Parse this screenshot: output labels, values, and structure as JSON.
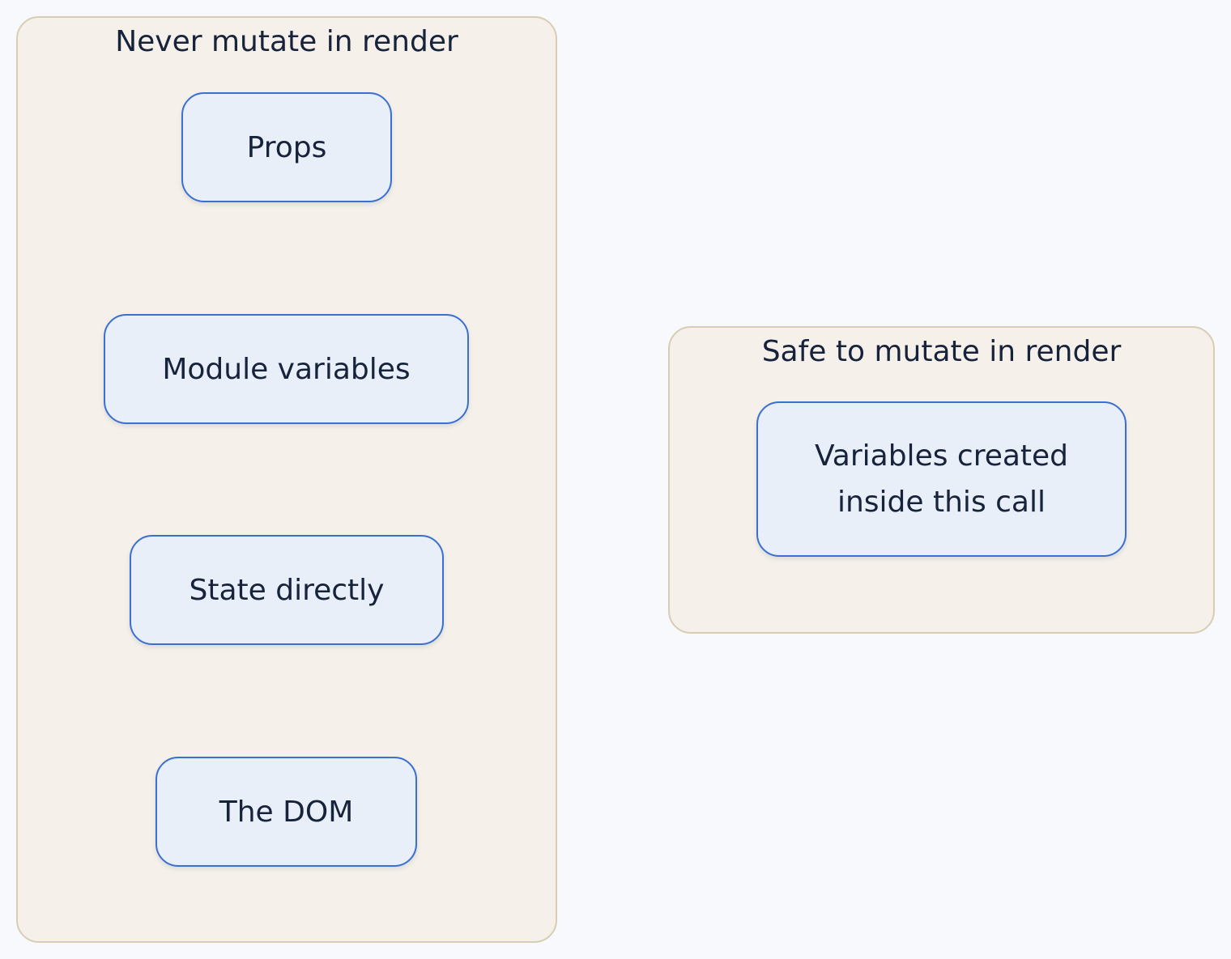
{
  "groups": {
    "never": {
      "title": "Never mutate in render",
      "items": [
        "Props",
        "Module variables",
        "State directly",
        "The DOM"
      ]
    },
    "safe": {
      "title": "Safe to mutate in render",
      "items": [
        "Variables created\ninside this call"
      ]
    }
  },
  "colors": {
    "background": "#f7f9fc",
    "group_fill": "#f5f1ea",
    "group_border": "#d8cdb4",
    "node_fill": "#e8eff9",
    "node_border": "#3b6fd0",
    "text": "#17233b"
  }
}
